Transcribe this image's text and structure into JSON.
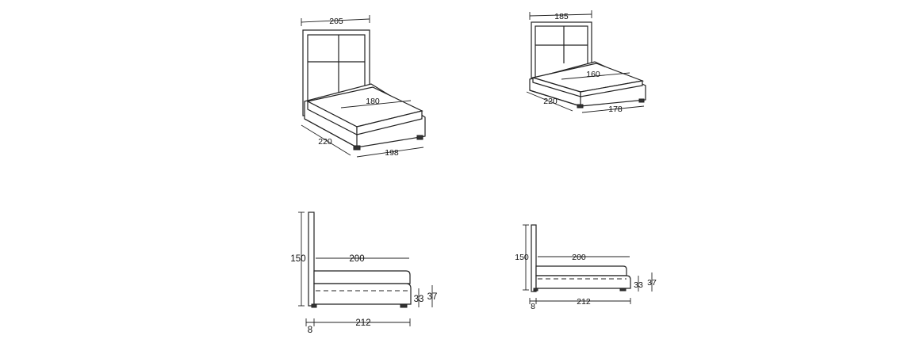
{
  "diagram": {
    "large_bed": {
      "perspective": {
        "headboard_width": "205",
        "mattress_width": "180",
        "length": "220",
        "base_width": "198"
      },
      "side": {
        "headboard_height": "150",
        "mattress_length": "200",
        "mattress_height": "33",
        "total_height": "37",
        "headboard_depth": "8",
        "total_length": "212"
      }
    },
    "small_bed": {
      "perspective": {
        "headboard_width": "185",
        "mattress_width": "160",
        "length": "220",
        "base_width": "178"
      },
      "side": {
        "headboard_height": "150",
        "mattress_length": "200",
        "mattress_height": "33",
        "total_height": "37",
        "headboard_depth": "8",
        "total_length": "212"
      }
    }
  }
}
